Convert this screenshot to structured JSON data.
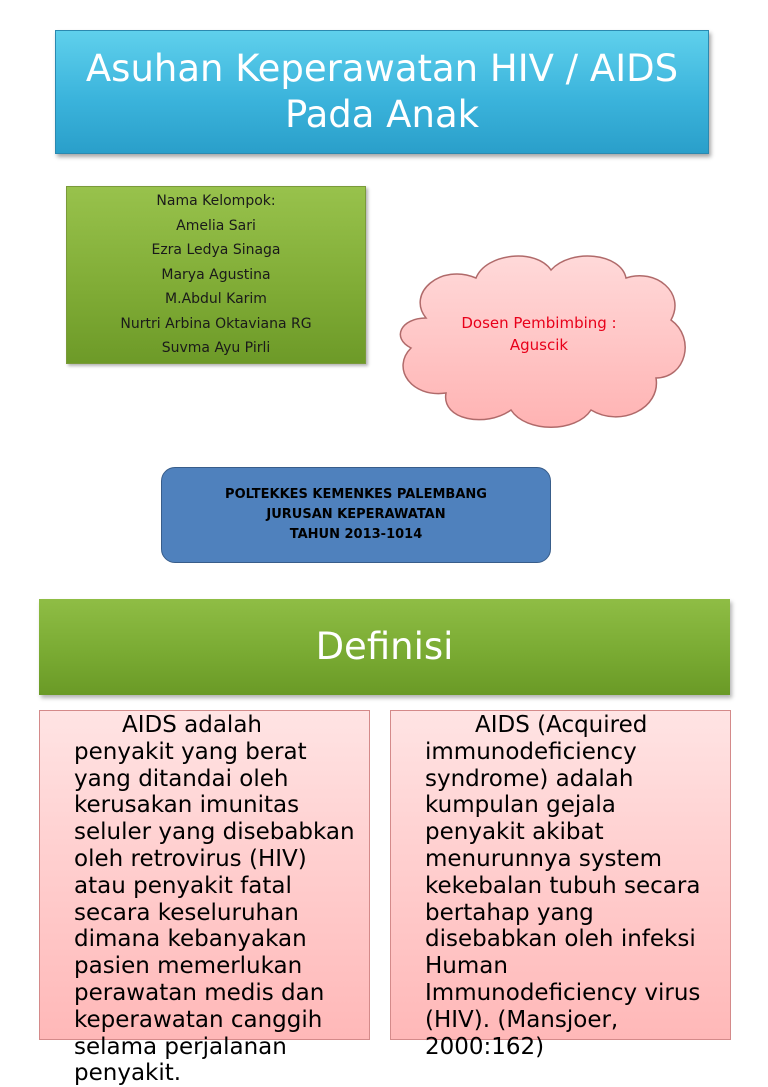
{
  "title": {
    "line1": "Asuhan Keperawatan HIV / AIDS",
    "line2": "Pada Anak"
  },
  "group": {
    "heading": "Nama Kelompok:",
    "members": [
      "Amelia Sari",
      "Ezra Ledya Sinaga",
      "Marya Agustina",
      "M.Abdul Karim",
      "Nurtri Arbina Oktaviana RG",
      "Suvma Ayu Pirli"
    ]
  },
  "lecturer": {
    "label": "Dosen Pembimbing :",
    "name": "Aguscik"
  },
  "institution": {
    "line1": "POLTEKKES KEMENKES PALEMBANG",
    "line2": "JURUSAN KEPERAWATAN",
    "line3": "TAHUN 2013-1014"
  },
  "definition": {
    "heading": "Definisi",
    "left_text": "AIDS adalah penyakit yang berat yang ditandai oleh kerusakan imunitas seluler yang disebabkan oleh retrovirus (HIV) atau penyakit fatal secara keseluruhan dimana kebanyakan pasien memerlukan perawatan medis dan keperawatan canggih selama perjalanan penyakit.",
    "right_text": "AIDS (Acquired immunodeficiency syndrome) adalah kumpulan gejala penyakit akibat menurunnya system kekebalan tubuh secara bertahap yang disebabkan oleh infeksi Human Immunodeficiency virus (HIV). (Mansjoer, 2000:162)"
  },
  "colors": {
    "title_bg": "#3bb4dc",
    "green": "#7fab35",
    "cloud_fill": "#ffc8c8",
    "cloud_text": "#e8001a",
    "blue_box": "#4f81bd",
    "pink_box": "#ffd1d1"
  }
}
